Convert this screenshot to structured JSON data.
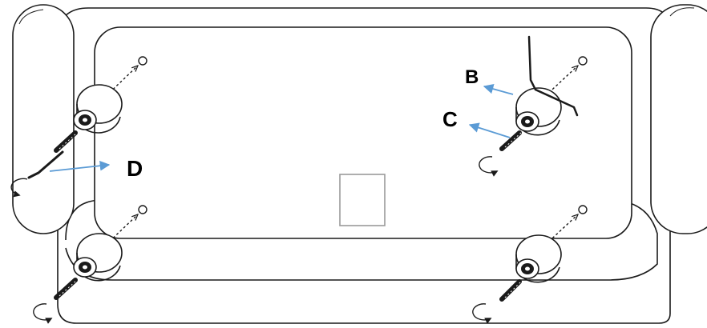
{
  "callouts": [
    {
      "id": "b",
      "text": "B",
      "color": "#5b9bd5"
    },
    {
      "id": "c",
      "text": "C",
      "color": "#5b9bd5"
    },
    {
      "id": "d",
      "text": "D",
      "color": "#5b9bd5"
    }
  ],
  "parts": {
    "feet": 4,
    "mounting_holes": 4,
    "screws": 4,
    "hex_key": 2
  },
  "colors": {
    "outline": "#1a1a1a",
    "label_plate": "#9a9a9a",
    "arrow": "#5b9bd5"
  }
}
